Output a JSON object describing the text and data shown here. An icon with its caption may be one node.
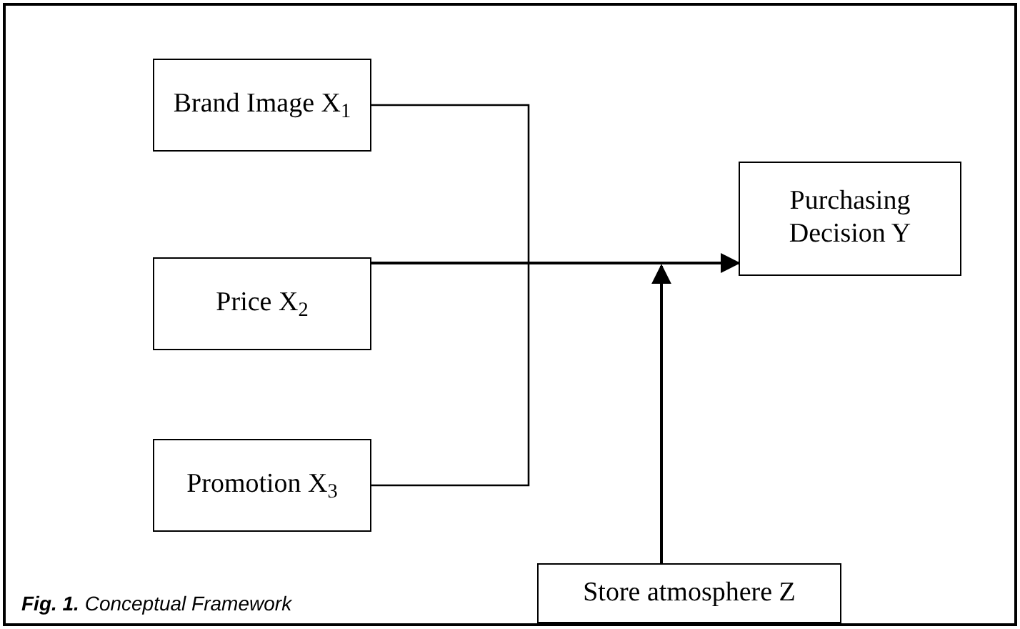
{
  "diagram": {
    "caption": "**Fig. 1.** Conceptual Framework",
    "nodes": [
      {
        "text": [
          "Brand Image X$_{1}$"
        ]
      },
      {
        "text": [
          "Price X$_{2}$"
        ]
      },
      {
        "text": [
          "Promotion X$_{3}$"
        ]
      },
      {
        "text": [
          "Purchasing Decision Y"
        ]
      },
      {
        "text": [
          "Store atmosphere Z"
        ]
      }
    ],
    "edges": [
      {
        "from": 0,
        "to": 2,
        "arrow": "none"
      },
      {
        "from": 1,
        "to": 3,
        "arrow": "to"
      },
      {
        "from": 4,
        "to": null,
        "arrow": "to"
      }
    ]
  }
}
